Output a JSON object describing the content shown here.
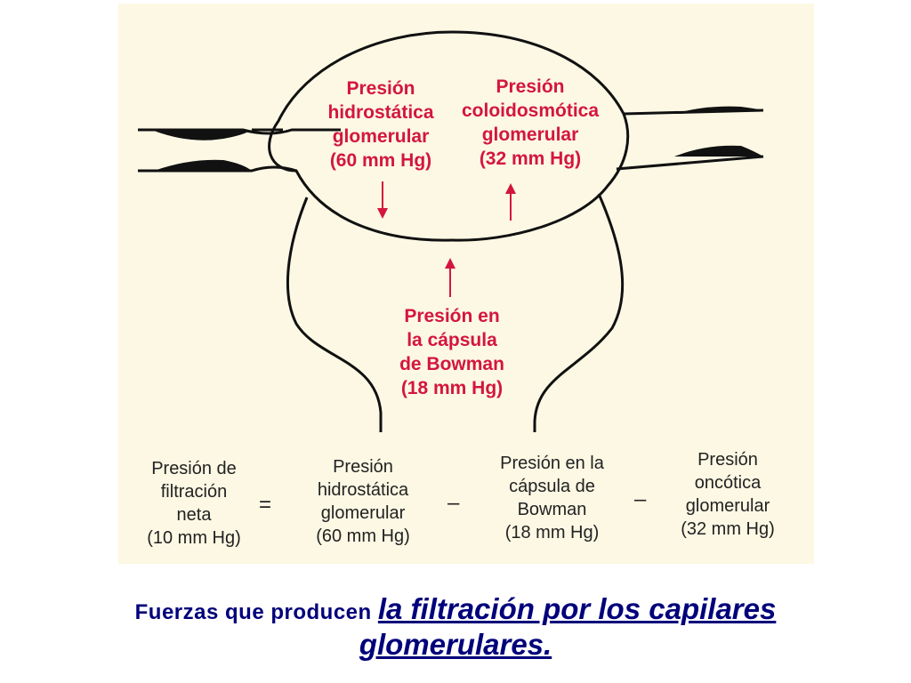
{
  "colors": {
    "background": "#fcf8e4",
    "pressure_label": "#d4163c",
    "formula_text": "#222222",
    "caption": "#00007a"
  },
  "diagram": {
    "glomerular_hydrostatic": "Presión\nhidrostática\nglomerular\n(60 mm Hg)",
    "glomerular_colloid": "Presión\ncoloidosmótica\nglomerular\n(32 mm Hg)",
    "bowman_pressure": "Presión en\nla cápsula\nde Bowman\n(18 mm Hg)"
  },
  "formula": {
    "result": "Presión de\nfiltración\nneta\n(10 mm Hg)",
    "equals": "=",
    "term1": "Presión\nhidrostática\nglomerular\n(60 mm Hg)",
    "minus1": "–",
    "term2": "Presión en la\ncápsula de\nBowman\n(18 mm Hg)",
    "minus2": "–",
    "term3": "Presión\noncótica\nglomerular\n(32 mm Hg)"
  },
  "caption": {
    "prefix": "Fuerzas que producen ",
    "link_part1": "la filtración por los capilares",
    "link_part2": "glomerulares."
  }
}
